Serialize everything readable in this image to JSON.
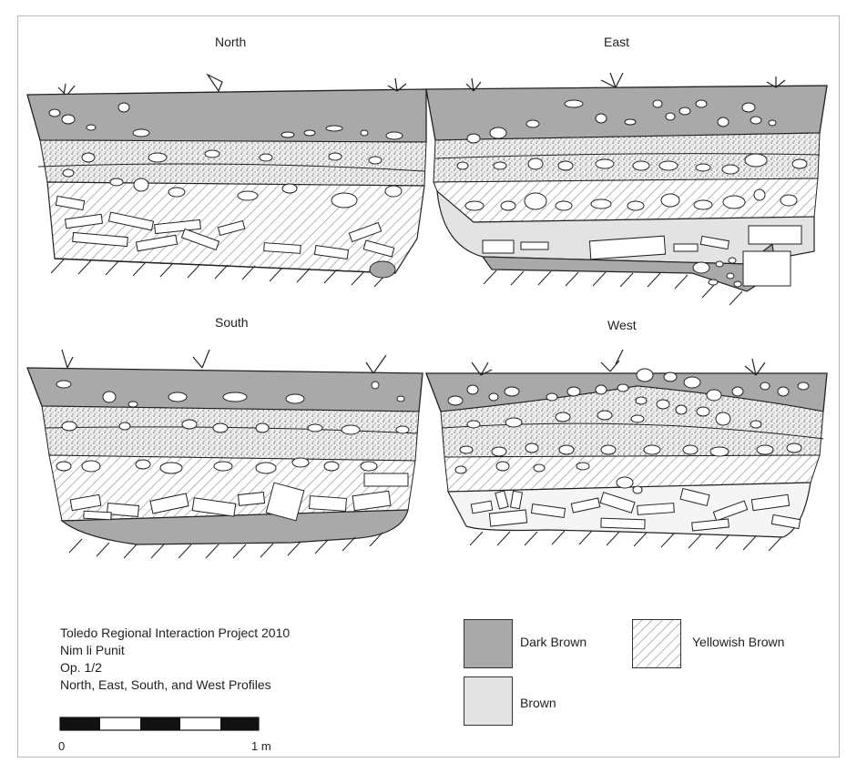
{
  "profiles": {
    "north": "North",
    "east": "East",
    "south": "South",
    "west": "West"
  },
  "caption": {
    "line1": "Toledo Regional Interaction Project 2010",
    "line2": "Nim li Punit",
    "line3": "Op. 1/2",
    "line4": "North, East, South, and West Profiles"
  },
  "legend": {
    "dark_brown": "Dark Brown",
    "yellowish_brown": "Yellowish Brown",
    "brown": "Brown"
  },
  "scale": {
    "start": "0",
    "end": "1 m"
  },
  "colors": {
    "dark_brown": "#a9a9a9",
    "brown": "#e3e3e3",
    "hatch": "#9a9a9a",
    "stipple": "#c9c9c9"
  }
}
